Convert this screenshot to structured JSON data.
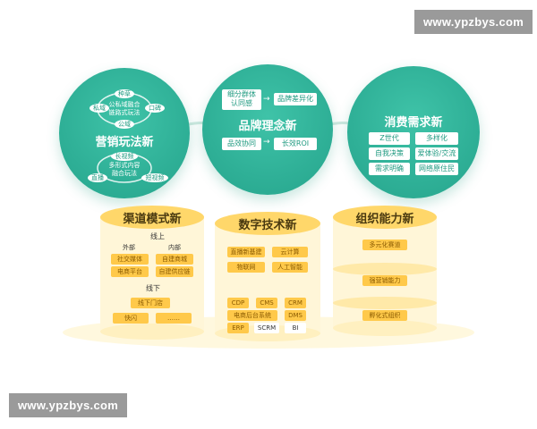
{
  "watermarks": {
    "top": "www.ypzbys.com",
    "bottom": "www.ypzbys.com"
  },
  "circles": {
    "marketing": {
      "title": "营销玩法新",
      "loop1": {
        "top": "种草",
        "left": "私域",
        "right": "口碑",
        "bottom": "公域",
        "center": "公私域融合\n链路式玩法"
      },
      "loop2": {
        "top": "长视频",
        "left": "直播",
        "right": "短视频",
        "center": "多形式内容\n融合玩法"
      }
    },
    "brand": {
      "title": "品牌理念新",
      "row1": {
        "left": "细分群体\n认同感",
        "right": "品牌差异化"
      },
      "row2": {
        "left": "品效协同",
        "right": "长效ROI"
      }
    },
    "consumer": {
      "title": "消费需求新",
      "grid": [
        [
          "Z世代",
          "多样化"
        ],
        [
          "自我决策",
          "爱体验/交流"
        ],
        [
          "需求明确",
          "网络原住民"
        ]
      ]
    }
  },
  "cylinders": {
    "channel": {
      "title": "渠道模式新",
      "online_label": "线上",
      "external_label": "外部",
      "external_items": [
        "社交媒体",
        "电商平台"
      ],
      "internal_label": "内部",
      "internal_items": [
        "自建商城",
        "自建供应链"
      ],
      "offline_label": "线下",
      "offline_items": [
        "线下门店",
        "快闪",
        "……"
      ]
    },
    "digital": {
      "title": "数字技术新",
      "row1": [
        "直播新基建",
        "云计算"
      ],
      "row2": [
        "物联网",
        "人工智能"
      ],
      "row3": [
        "CDP",
        "CMS",
        "CRM"
      ],
      "row4": [
        "电商后台系统",
        "DMS"
      ],
      "row5": [
        "ERP",
        "SCRM",
        "BI"
      ]
    },
    "org": {
      "title": "组织能力新",
      "items": [
        "多元化赛道",
        "强营销能力",
        "孵化式组织"
      ]
    }
  },
  "colors": {
    "green": "#2fb097",
    "yellow": "#ffd76a",
    "orange": "#ffc94a"
  }
}
